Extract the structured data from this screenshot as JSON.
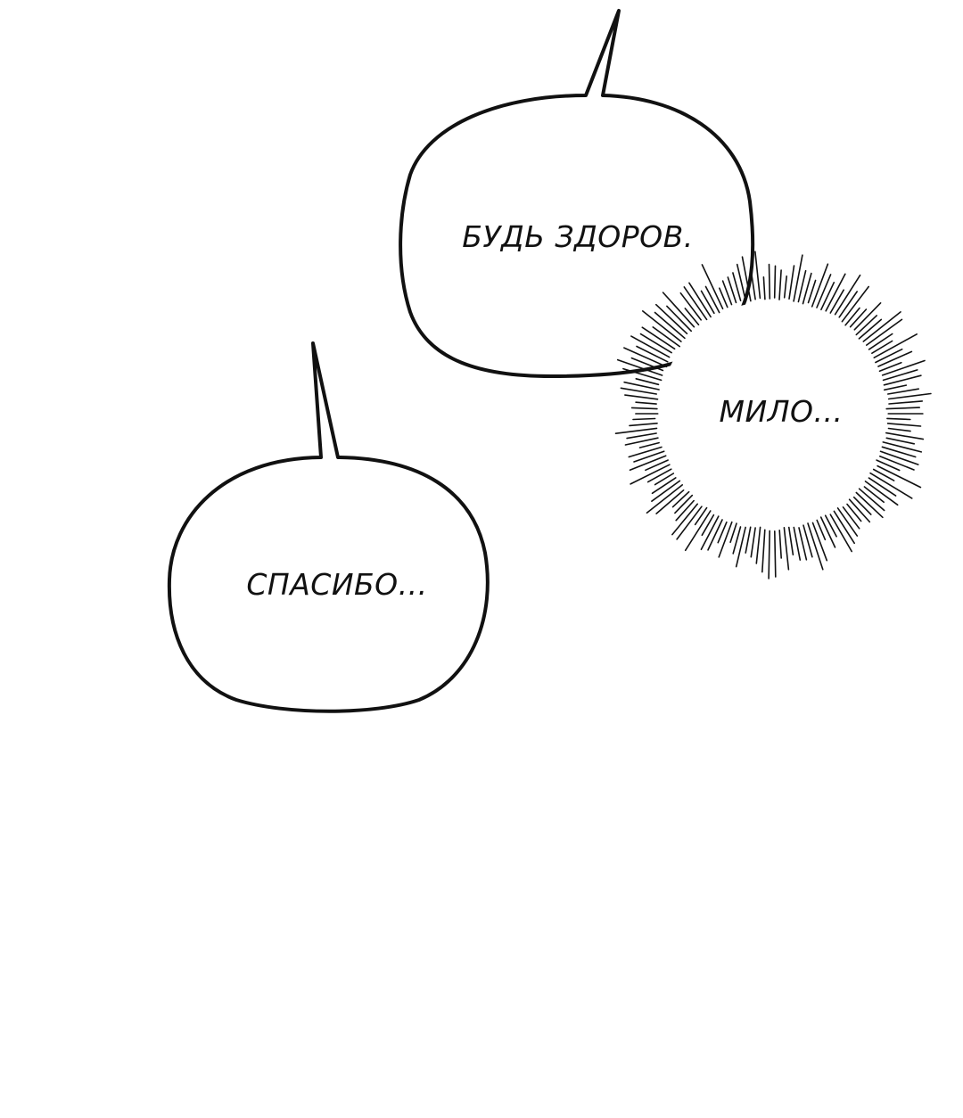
{
  "bubbles": [
    {
      "text": "БУДЬ ЗДОРОВ."
    },
    {
      "text": "МИЛО..."
    },
    {
      "text": "СПАСИБО..."
    }
  ],
  "colors": {
    "background": "#ffffff",
    "ink": "#111111"
  }
}
